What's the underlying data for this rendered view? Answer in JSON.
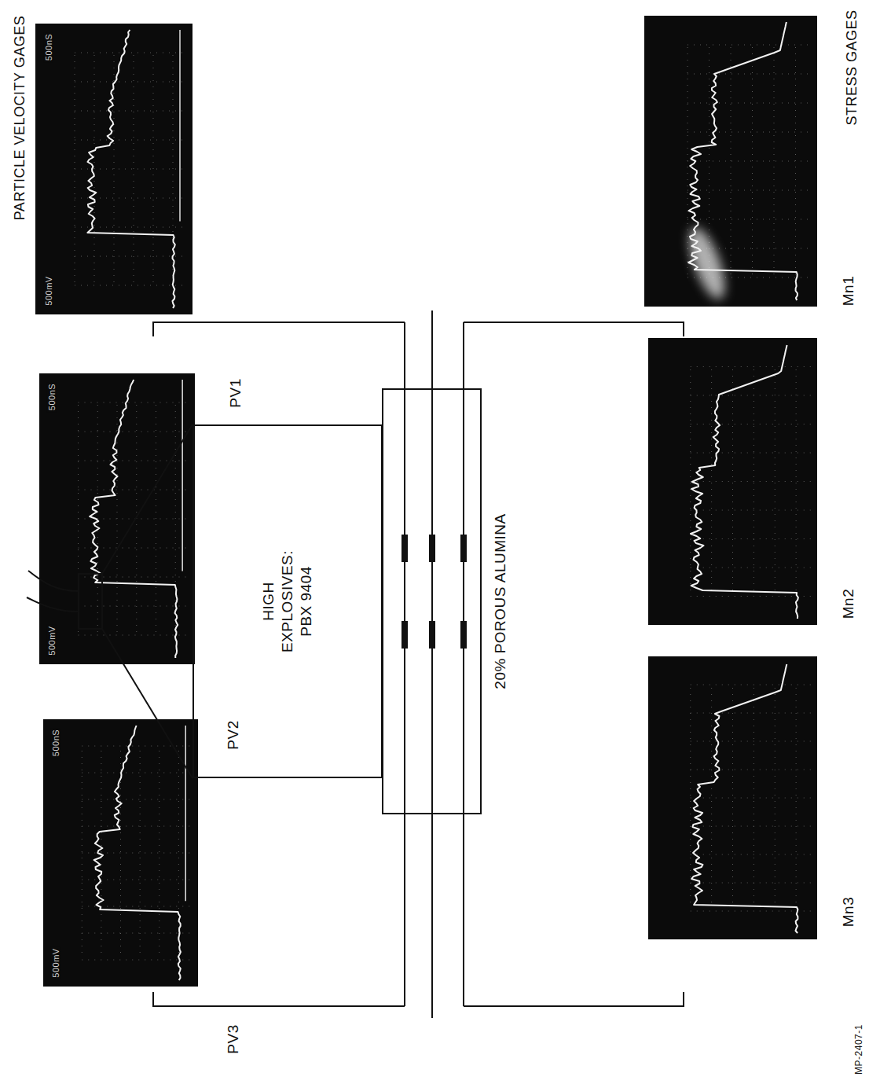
{
  "diagram": {
    "nodes": [
      {
        "text": [
          "HIGH EXPLOSIVES: PBX 9404"
        ]
      }
    ],
    "labels": [
      "PARTICLE VELOCITY GAGES",
      "500nS",
      "500mV",
      "PV1",
      "500nS",
      "500mV",
      "PV2",
      "500nS",
      "500mV",
      "PV3",
      "STRESS GAGES",
      "Mn1",
      "Mn2",
      "Mn3",
      "20% POROUS ALUMINA",
      "MP-2407-1"
    ]
  }
}
